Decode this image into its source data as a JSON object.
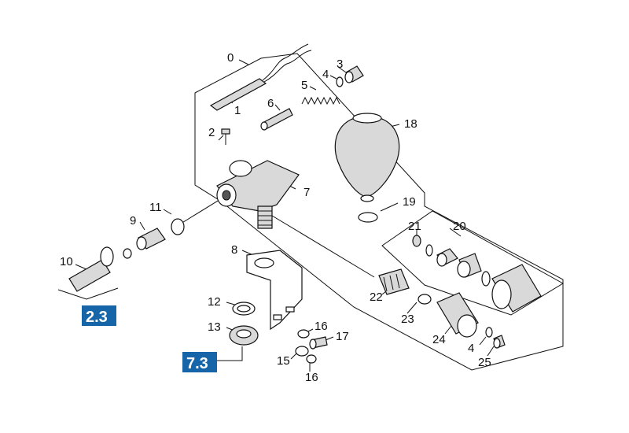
{
  "colors": {
    "ref_badge": "#1565a8",
    "line": "#111111",
    "part_shade": "#d9d9d9"
  },
  "labels": {
    "p0": "0",
    "p1": "1",
    "p2": "2",
    "p3": "3",
    "p4a": "4",
    "p4b": "4",
    "p5": "5",
    "p6": "6",
    "p7": "7",
    "p8": "8",
    "p9": "9",
    "p10": "10",
    "p11": "11",
    "p12": "12",
    "p13": "13",
    "p15": "15",
    "p16a": "16",
    "p16b": "16",
    "p17": "17",
    "p18": "18",
    "p19": "19",
    "p20": "20",
    "p21": "21",
    "p22": "22",
    "p23": "23",
    "p24": "24",
    "p25": "25"
  },
  "refs": {
    "r1": "2.3",
    "r2": "7.3"
  }
}
